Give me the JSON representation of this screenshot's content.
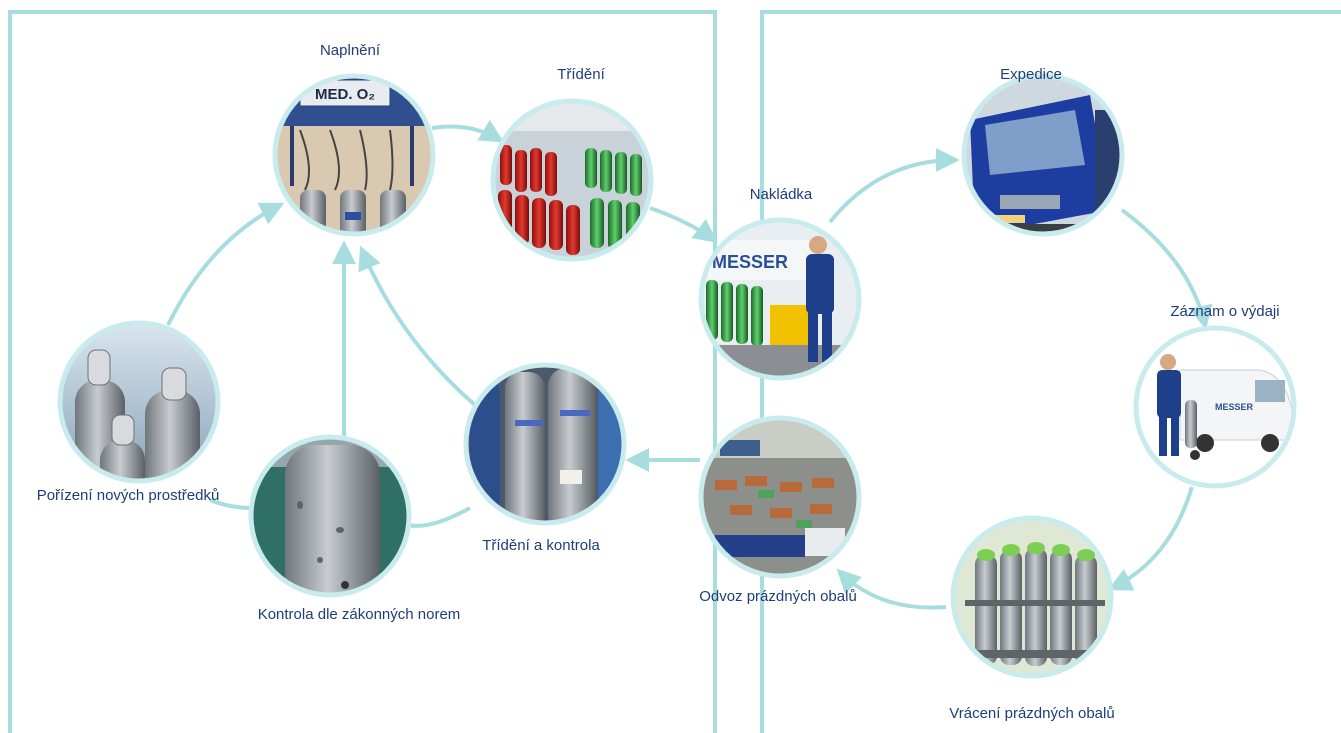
{
  "colors": {
    "line": "#a8dde0",
    "ring": "#c8ebee",
    "label": "#1f3d7a"
  },
  "stations": [
    {
      "id": "naplneni",
      "label": "Naplnění",
      "photo": "filling-station-with-cylinders"
    },
    {
      "id": "trideni",
      "label": "Třídění",
      "photo": "rows-of-red-and-green-cylinders"
    },
    {
      "id": "nakladka",
      "label": "Nakládka",
      "photo": "worker-with-pallet-truck"
    },
    {
      "id": "expedice",
      "label": "Expedice",
      "photo": "blue-truck"
    },
    {
      "id": "zaznam",
      "label": "Záznam o výdaji",
      "photo": "worker-with-van"
    },
    {
      "id": "vraceni",
      "label": "Vrácení prázdných obalů",
      "photo": "bundle-of-grey-cylinders"
    },
    {
      "id": "odvoz",
      "label": "Odvoz prázdných obalů",
      "photo": "yard-with-pallets"
    },
    {
      "id": "trideni-kontrola",
      "label": "Třídění a kontrola",
      "photo": "grey-cylinders-closeup"
    },
    {
      "id": "kontrola",
      "label": "Kontrola dle zákonných norem",
      "photo": "single-cylinder-closeup"
    },
    {
      "id": "porizeni",
      "label": "Pořízení nových prostředků",
      "photo": "new-cylinder-valves"
    }
  ]
}
